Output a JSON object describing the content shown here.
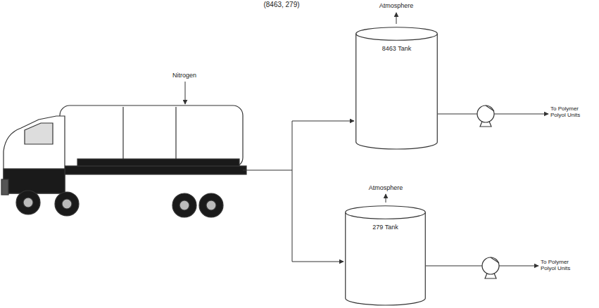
{
  "diagram": {
    "title": "(8463, 279)",
    "nodes": [
      {
        "text": [
          "8463 Tank"
        ]
      },
      {
        "text": [
          "279 Tank"
        ]
      },
      {
        "text": [
          "To Polymer Polyol Units"
        ]
      },
      {
        "text": [
          "To Polymer Polyol Units"
        ]
      }
    ],
    "edges": [
      {
        "from": 0,
        "to": 2,
        "arrow": "to"
      },
      {
        "from": 1,
        "to": 3,
        "arrow": "to"
      }
    ],
    "labels": [
      "Nitrogen",
      "Atmosphere",
      "Atmosphere"
    ]
  }
}
